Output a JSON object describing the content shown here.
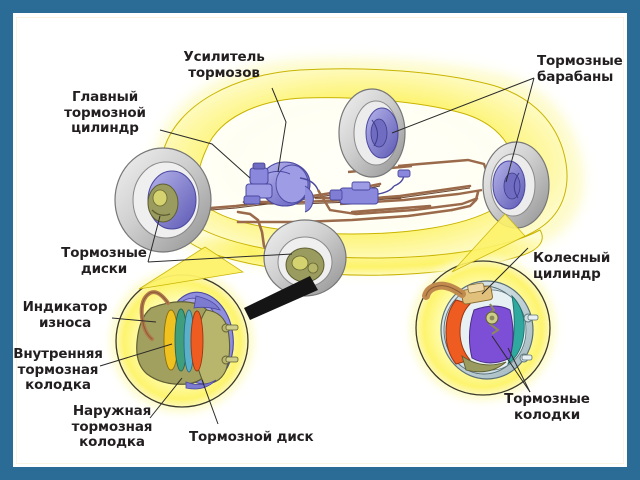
{
  "slide": {
    "frame_color": "#2a6c96",
    "page_color": "#ffffff",
    "rule_color": "#fbf4e4"
  },
  "diagram": {
    "title_text": "",
    "body_color": "#fbf24a",
    "body_glow_color": "#fdfbc8",
    "tire_color": "#d8d8d8",
    "hub_color": "#8c8ad0",
    "line_color": "#9a6a4a",
    "booster_color": "#8f8ede",
    "pad_orange": "#ef5c22",
    "pad_green": "#3f9e7c",
    "pad_purple": "#7d4fd6",
    "callout_line_color": "#2b2b2b",
    "detail_circle_fill": "#ffffbe",
    "detail_circle_edge": "#3a3a2a"
  },
  "labels": [
    {
      "id": "brake-booster",
      "text": "Усилитель\nтормозов"
    },
    {
      "id": "master-cylinder",
      "text": "Главный\nтормозной\nцилиндр"
    },
    {
      "id": "brake-drums",
      "text": "Тормозные\nбарабаны"
    },
    {
      "id": "brake-discs",
      "text": "Тормозные\nдиски"
    },
    {
      "id": "wheel-cylinder",
      "text": "Колесный\nцилиндр"
    },
    {
      "id": "wear-indicator",
      "text": "Индикатор\nизноса"
    },
    {
      "id": "inner-brake-pad",
      "text": "Внутренняя\nтормозная\nколодка"
    },
    {
      "id": "outer-brake-pad",
      "text": "Наружная\nтормозная\nколодка"
    },
    {
      "id": "brake-disc",
      "text": "Тормозной диск"
    },
    {
      "id": "brake-shoes",
      "text": "Тормозные\nколодки"
    }
  ]
}
